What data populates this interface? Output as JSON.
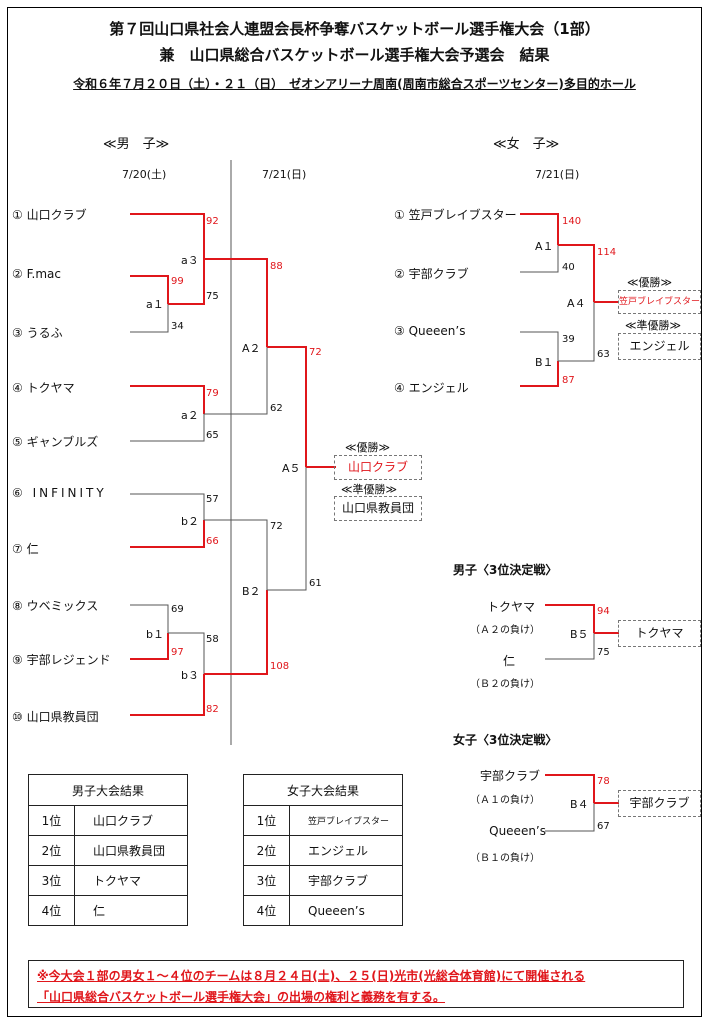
{
  "header": {
    "title_line1": "第７回山口県社会人連盟会長杯争奪バスケットボール選手権大会（1部）",
    "title_line2": "兼　山口県総合バスケットボール選手権大会予選会　結果",
    "subtitle": "令和６年７月２０日（土）・２１（日）　ゼオンアリーナ周南(周南市総合スポーツセンター)多目的ホール"
  },
  "men": {
    "section_label": "≪男　子≫",
    "date_day1": "7/20(土)",
    "date_day2": "7/21(日)",
    "teams": [
      "① 山口クラブ",
      "② F.mac",
      "③ うるふ",
      "④ トクヤマ",
      "⑤ ギャンブルズ",
      "⑥ INFINITY",
      "⑦ 仁",
      "⑧ ウベミックス",
      "⑨ 宇部レジェンド",
      "⑩ 山口県教員団"
    ],
    "games": {
      "a1": {
        "code": "a１",
        "scores": [
          "99",
          "34"
        ]
      },
      "a2": {
        "code": "a２",
        "scores": [
          "79",
          "65"
        ]
      },
      "a3": {
        "code": "a３",
        "scores": [
          "92",
          "75"
        ]
      },
      "b1": {
        "code": "b１",
        "scores": [
          "69",
          "97"
        ]
      },
      "b2": {
        "code": "b２",
        "scores": [
          "57",
          "66"
        ]
      },
      "b3": {
        "code": "b３",
        "scores": [
          "58",
          "82"
        ]
      },
      "A2": {
        "code": "A２",
        "scores": [
          "88",
          "62"
        ]
      },
      "B2": {
        "code": "B２",
        "scores": [
          "72",
          "108"
        ]
      },
      "A5": {
        "code": "A５",
        "scores": [
          "72",
          "61"
        ]
      }
    },
    "champion_label": "≪優勝≫",
    "champion": "山口クラブ",
    "runner_up_label": "≪準優勝≫",
    "runner_up": "山口県教員団"
  },
  "women": {
    "section_label": "≪女　子≫",
    "date": "7/21(日)",
    "teams": [
      "① 笠戸ブレイブスター",
      "② 宇部クラブ",
      "③ Queeen’s",
      "④ エンジェル"
    ],
    "games": {
      "A1": {
        "code": "A１",
        "scores": [
          "140",
          "40"
        ]
      },
      "B1": {
        "code": "B１",
        "scores": [
          "39",
          "87"
        ]
      },
      "A4": {
        "code": "A４",
        "scores": [
          "114",
          "63"
        ]
      }
    },
    "champion_label": "≪優勝≫",
    "champion": "笠戸ブレイブスター",
    "runner_up_label": "≪準優勝≫",
    "runner_up": "エンジェル"
  },
  "men_third": {
    "title": "男子〈3位決定戦〉",
    "team1": "トクヤマ",
    "team1_sub": "（Ａ２の負け）",
    "team2": "仁",
    "team2_sub": "（Ｂ２の負け）",
    "code": "B５",
    "scores": [
      "94",
      "75"
    ],
    "winner": "トクヤマ"
  },
  "women_third": {
    "title": "女子〈3位決定戦〉",
    "team1": "宇部クラブ",
    "team1_sub": "（Ａ１の負け）",
    "team2": "Queeen’s",
    "team2_sub": "（Ｂ１の負け）",
    "code": "B４",
    "scores": [
      "78",
      "67"
    ],
    "winner": "宇部クラブ"
  },
  "men_results": {
    "title": "男子大会結果",
    "rows": [
      {
        "rank": "1位",
        "team": "山口クラブ"
      },
      {
        "rank": "2位",
        "team": "山口県教員団"
      },
      {
        "rank": "3位",
        "team": "トクヤマ"
      },
      {
        "rank": "4位",
        "team": "仁"
      }
    ]
  },
  "women_results": {
    "title": "女子大会結果",
    "rows": [
      {
        "rank": "1位",
        "team": "笠戸ブレイブスター"
      },
      {
        "rank": "2位",
        "team": "エンジェル"
      },
      {
        "rank": "3位",
        "team": "宇部クラブ"
      },
      {
        "rank": "4位",
        "team": "Queeen’s"
      }
    ]
  },
  "note": {
    "line1": "※今大会１部の男女１～４位のチームは８月２４日(土)、２５(日)光市(光総合体育館)にて開催される",
    "line2": "「山口県総合バスケットボール選手権大会」の出場の権利と義務を有する。"
  },
  "colors": {
    "winner_line": "#e0161b",
    "loser_line": "#555555",
    "text": "#111111"
  }
}
